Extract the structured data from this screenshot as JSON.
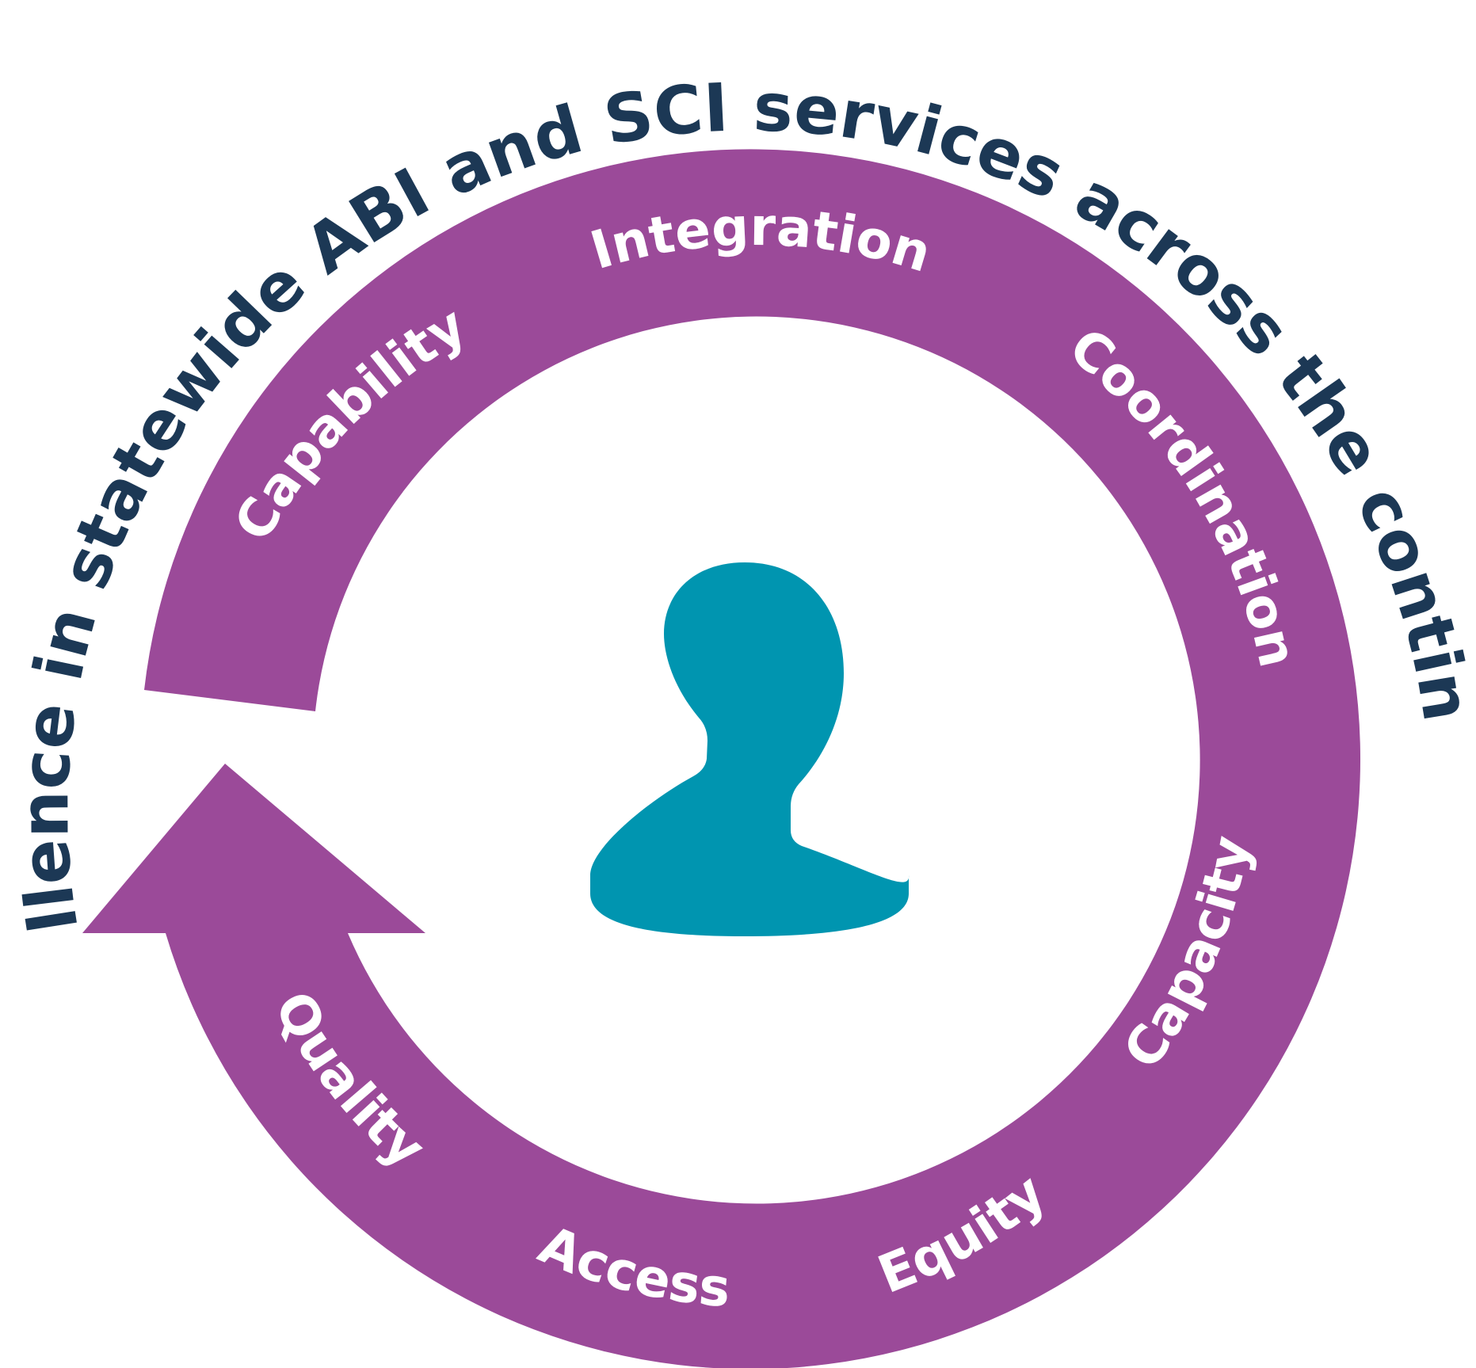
{
  "title": "Excellence in statewide ABI and SCI services across the continuum",
  "ring_labels": {
    "integration": "Integration",
    "coordination": "Coordination",
    "capacity": "Capacity",
    "equity": "Equity",
    "access": "Access",
    "quality": "Quality",
    "capability": "Capability"
  },
  "colors": {
    "ring": "#9b4a99",
    "title": "#1c3855",
    "person": "#0095b0",
    "label": "#ffffff"
  },
  "icons": {
    "center": "person-icon"
  }
}
